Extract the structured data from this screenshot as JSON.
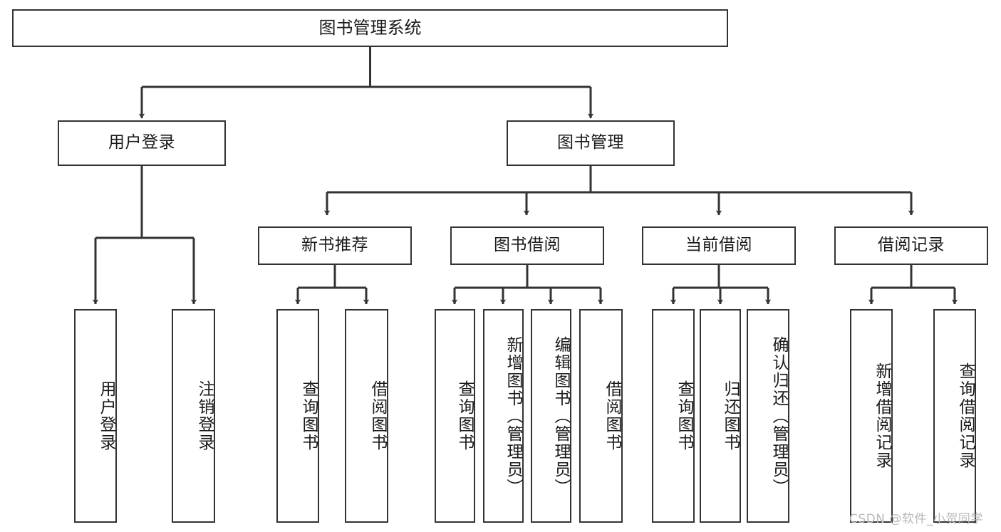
{
  "diagram": {
    "title": "图书管理系统",
    "type": "hierarchy-tree",
    "watermark": "CSDN @软件_小贺同学",
    "colors": {
      "stroke": "#333333",
      "fill": "#ffffff",
      "text": "#1b1b1b",
      "watermark": "#b8b8b8"
    },
    "nodes": {
      "root": {
        "label": "图书管理系统"
      },
      "level2": [
        {
          "key": "user_login",
          "label": "用户登录"
        },
        {
          "key": "book_manage",
          "label": "图书管理"
        }
      ],
      "level3": [
        {
          "key": "new_book_rec",
          "label": "新书推荐"
        },
        {
          "key": "book_borrow",
          "label": "图书借阅"
        },
        {
          "key": "current_borrow",
          "label": "当前借阅"
        },
        {
          "key": "borrow_record",
          "label": "借阅记录"
        }
      ],
      "leaves": {
        "user_login": [
          {
            "key": "leaf_user_login",
            "label": "用户登录"
          },
          {
            "key": "leaf_user_logout",
            "label": "注销登录"
          }
        ],
        "new_book_rec": [
          {
            "key": "leaf_query_book_1",
            "label": "查询图书"
          },
          {
            "key": "leaf_borrow_book_1",
            "label": "借阅图书"
          }
        ],
        "book_borrow": [
          {
            "key": "leaf_query_book_2",
            "label": "查询图书"
          },
          {
            "key": "leaf_add_book",
            "label": "新增图书（管理员）"
          },
          {
            "key": "leaf_edit_book",
            "label": "编辑图书（管理员）"
          },
          {
            "key": "leaf_borrow_book_2",
            "label": "借阅图书"
          }
        ],
        "current_borrow": [
          {
            "key": "leaf_query_book_3",
            "label": "查询图书"
          },
          {
            "key": "leaf_return_book",
            "label": "归还图书"
          },
          {
            "key": "leaf_confirm_return",
            "label": "确认归还（管理员）"
          }
        ],
        "borrow_record": [
          {
            "key": "leaf_add_record",
            "label": "新增借阅记录"
          },
          {
            "key": "leaf_query_record",
            "label": "查询借阅记录"
          }
        ]
      }
    }
  }
}
